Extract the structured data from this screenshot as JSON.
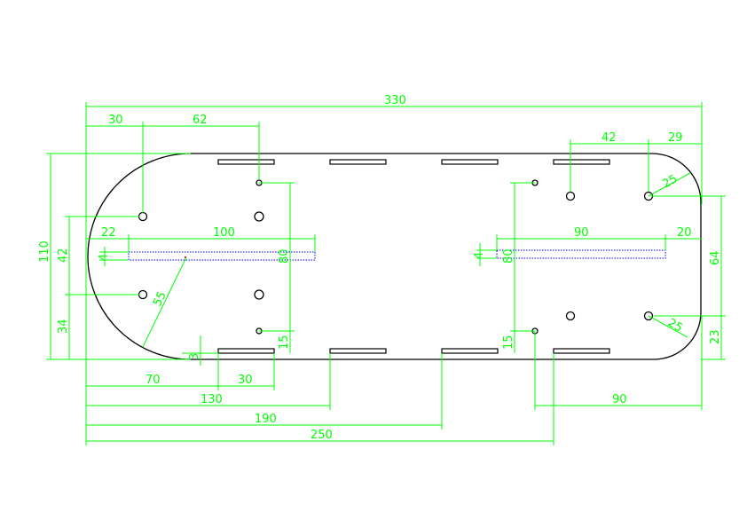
{
  "drawing": {
    "colors": {
      "dimension": "#00ff00",
      "outline": "#000000",
      "dotted": "#0000ff",
      "marker": "#ff0000"
    },
    "dimensions": {
      "overall_length": "330",
      "top_left_30": "30",
      "top_62": "62",
      "top_right_42": "42",
      "top_right_29": "29",
      "height_110": "110",
      "left_42": "42",
      "left_34": "34",
      "left_22": "22",
      "left_4": "4",
      "slot_100": "100",
      "slot_4_right": "4",
      "slot_90_right": "90",
      "right_20": "20",
      "right_64": "64",
      "right_23": "23",
      "radius_55": "55",
      "radius_25_top": "25",
      "radius_25_bottom": "25",
      "vert_80_left": "80",
      "vert_80_right": "80",
      "vert_15_left": "15",
      "vert_15_right": "15",
      "small_3": "3",
      "bottom_70": "70",
      "bottom_30": "30",
      "bottom_130": "130",
      "bottom_190": "190",
      "bottom_250": "250",
      "bottom_right_90": "90"
    }
  }
}
